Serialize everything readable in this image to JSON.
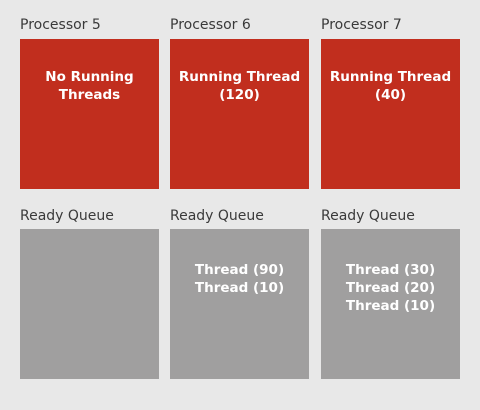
{
  "processors": [
    {
      "label": "Processor 5",
      "status_lines": [
        "No Running",
        "Threads"
      ],
      "queue_label": "Ready Queue",
      "queue": []
    },
    {
      "label": "Processor 6",
      "status_lines": [
        "Running Thread",
        "(120)"
      ],
      "queue_label": "Ready Queue",
      "queue": [
        "Thread (90)",
        "Thread (10)"
      ]
    },
    {
      "label": "Processor 7",
      "status_lines": [
        "Running Thread",
        "(40)"
      ],
      "queue_label": "Ready Queue",
      "queue": [
        "Thread (30)",
        "Thread (20)",
        "Thread (10)"
      ]
    }
  ],
  "colors": {
    "background": "#e8e8e8",
    "processor_box": "#c12e1e",
    "queue_box": "#a09f9f",
    "label_text": "#3a3a3a",
    "box_text": "#ffffff"
  }
}
